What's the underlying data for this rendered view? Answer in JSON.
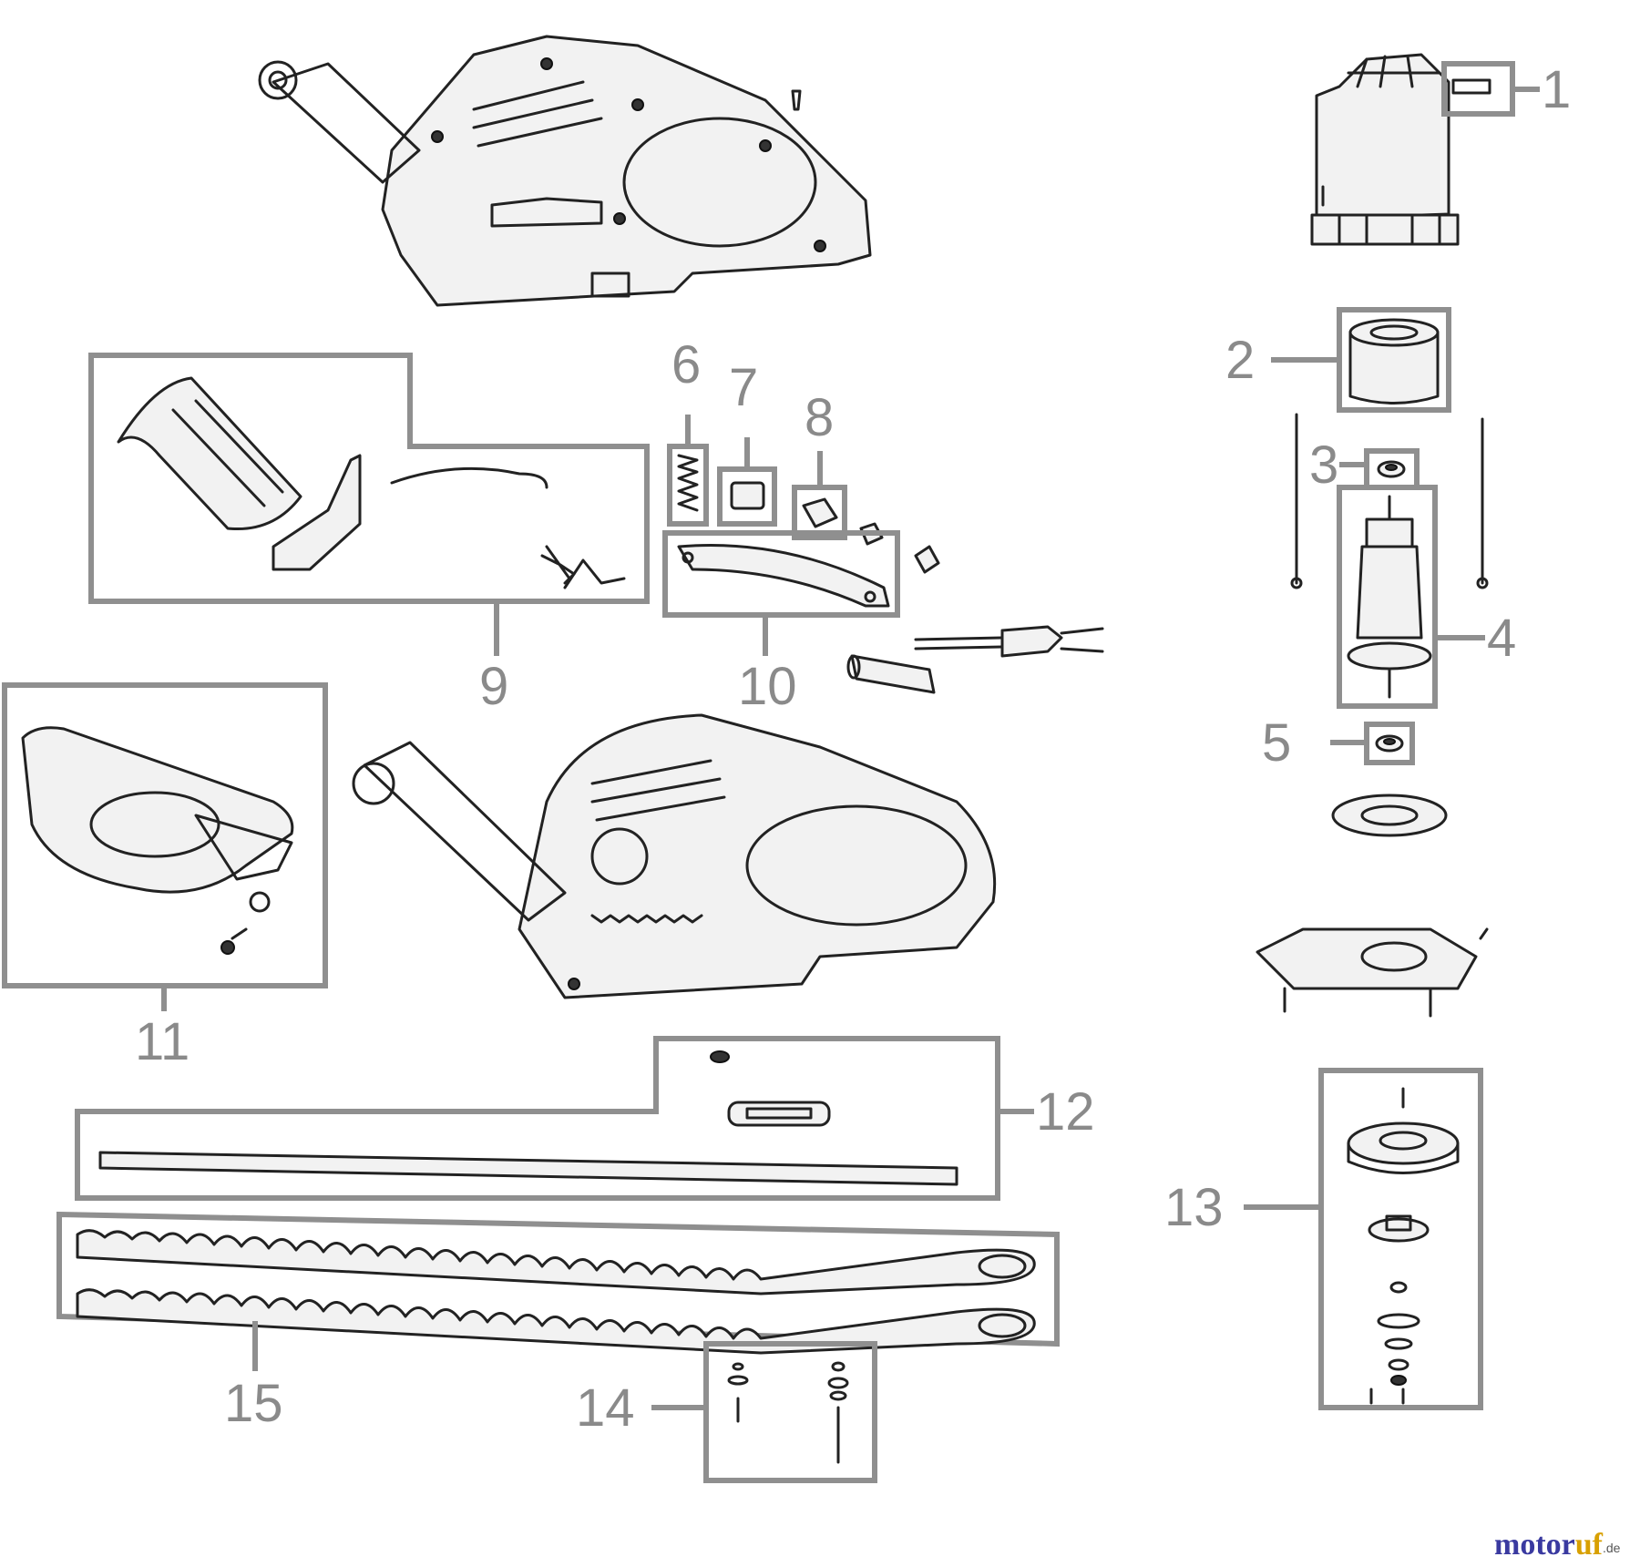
{
  "diagram": {
    "part_labels": [
      "1",
      "2",
      "3",
      "4",
      "5",
      "6",
      "7",
      "8",
      "9",
      "10",
      "11",
      "12",
      "13",
      "14",
      "15"
    ],
    "colors": {
      "label": "#8a8a8a",
      "box": "#8f8f8f",
      "line_art": "#222222"
    }
  },
  "watermark": {
    "brand_part1": "motor",
    "brand_part2": "uf",
    "domain": ".de"
  }
}
